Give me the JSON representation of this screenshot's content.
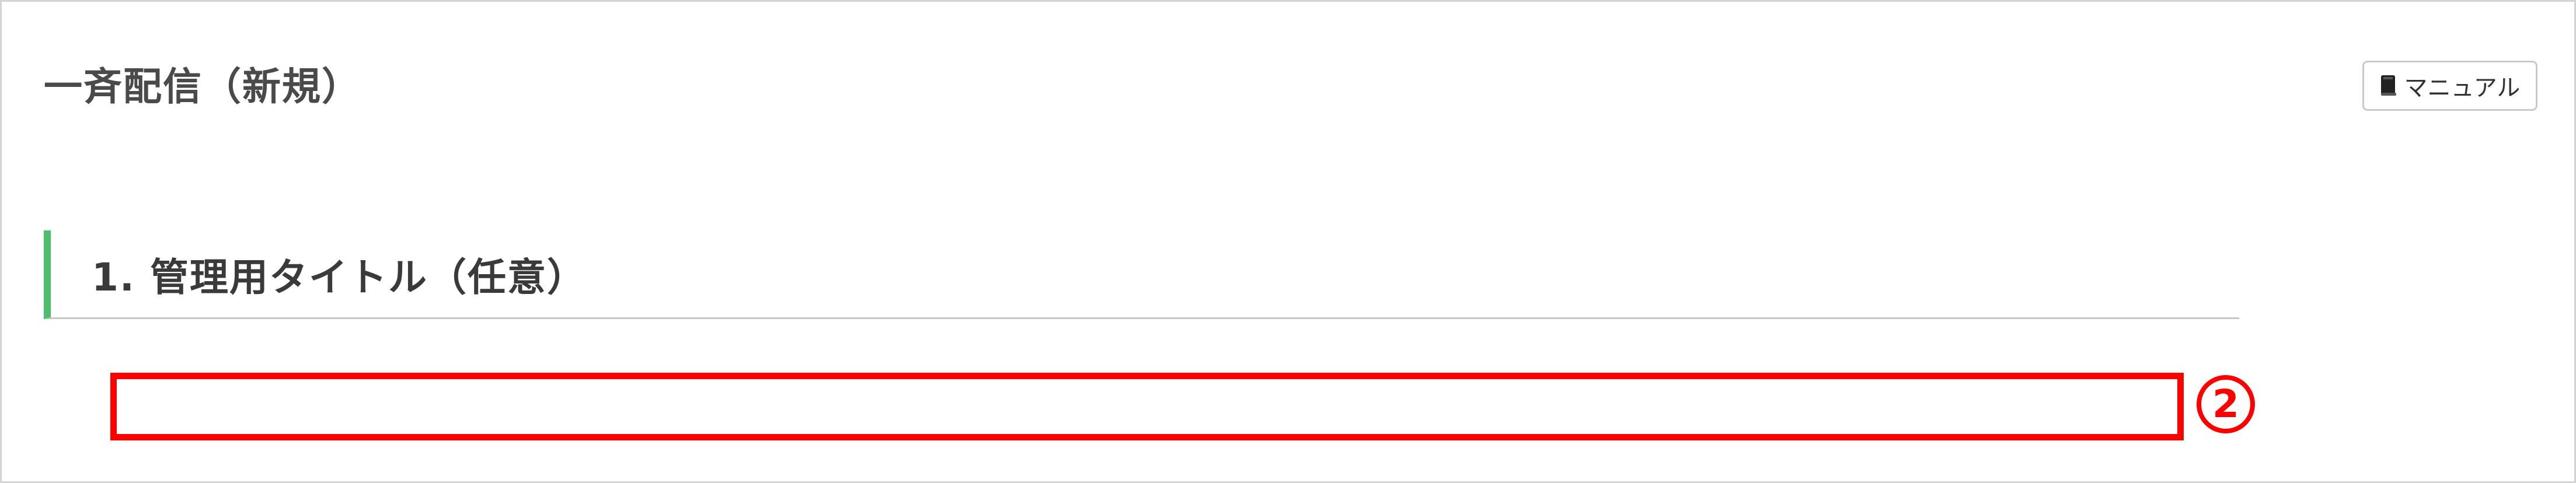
{
  "page": {
    "title": "一斉配信（新規）"
  },
  "toolbar": {
    "manual_label": "マニュアル",
    "manual_icon": "book-icon"
  },
  "sections": [
    {
      "title": "1. 管理用タイトル（任意）",
      "input": {
        "value": "",
        "placeholder": ""
      }
    }
  ],
  "annotation": {
    "marker_label": "2"
  },
  "colors": {
    "section_accent": "#4bbf6b",
    "highlight": "#ff0000"
  }
}
